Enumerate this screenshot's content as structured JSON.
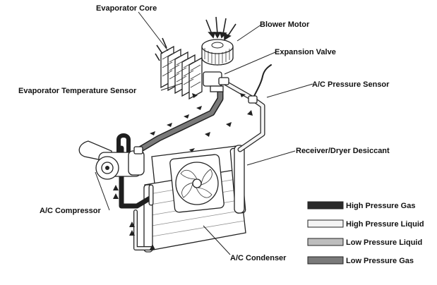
{
  "labels": {
    "evaporator_core": "Evaporator Core",
    "blower_motor": "Blower Motor",
    "expansion_valve": "Expansion Valve",
    "evaporator_temperature_sensor": "Evaporator Temperature Sensor",
    "ac_pressure_sensor": "A/C Pressure Sensor",
    "receiver_dryer_desiccant": "Receiver/Dryer Desiccant",
    "ac_compressor": "A/C Compressor",
    "ac_condenser": "A/C Condenser"
  },
  "legend": [
    {
      "label": "High Pressure Gas",
      "color": "#2a2a2a"
    },
    {
      "label": "High Pressure Liquid",
      "color": "#f4f4f4"
    },
    {
      "label": "Low Pressure Liquid",
      "color": "#bdbdbd"
    },
    {
      "label": "Low Pressure Gas",
      "color": "#7a7a7a"
    }
  ],
  "colors": {
    "line": "#222222",
    "high_pressure_gas": "#2a2a2a",
    "high_pressure_liquid": "#f4f4f4",
    "low_pressure_liquid": "#bdbdbd",
    "low_pressure_gas": "#7a7a7a"
  }
}
